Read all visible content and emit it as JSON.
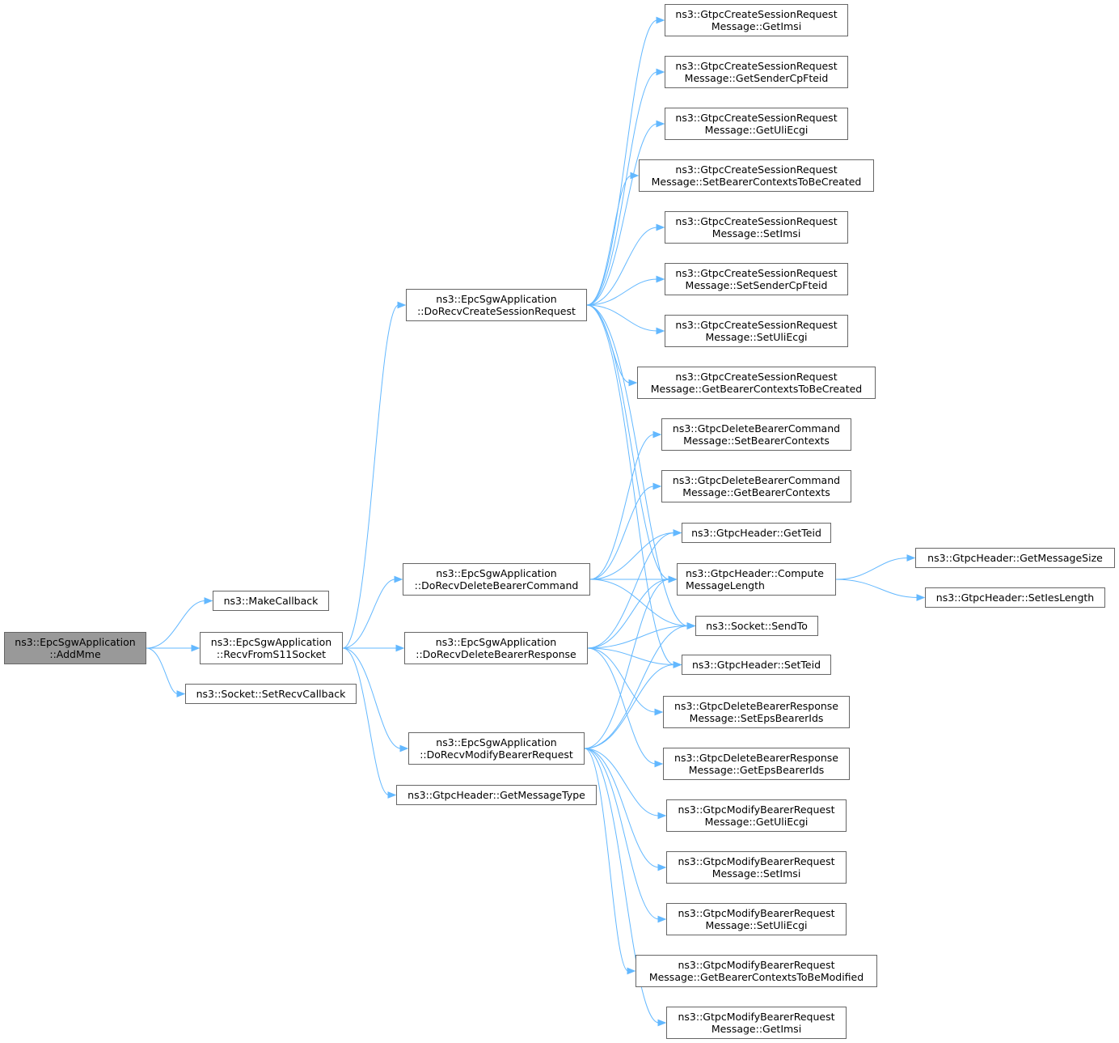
{
  "diagram": {
    "edge_color": "#63b8ff",
    "border_color": "#666666",
    "root_fill": "#999999",
    "nodes": [
      {
        "id": "addmme",
        "lines": [
          "ns3::EpcSgwApplication",
          "::AddMme"
        ],
        "root": true
      },
      {
        "id": "makecallback",
        "lines": [
          "ns3::MakeCallback"
        ]
      },
      {
        "id": "recvfroms11",
        "lines": [
          "ns3::EpcSgwApplication",
          "::RecvFromS11Socket"
        ]
      },
      {
        "id": "setrecvcallback",
        "lines": [
          "ns3::Socket::SetRecvCallback"
        ]
      },
      {
        "id": "docreatesession",
        "lines": [
          "ns3::EpcSgwApplication",
          "::DoRecvCreateSessionRequest"
        ]
      },
      {
        "id": "dodeletecommand",
        "lines": [
          "ns3::EpcSgwApplication",
          "::DoRecvDeleteBearerCommand"
        ]
      },
      {
        "id": "dodeleteresponse",
        "lines": [
          "ns3::EpcSgwApplication",
          "::DoRecvDeleteBearerResponse"
        ]
      },
      {
        "id": "domodifybearer",
        "lines": [
          "ns3::EpcSgwApplication",
          "::DoRecvModifyBearerRequest"
        ]
      },
      {
        "id": "getmessagetype",
        "lines": [
          "ns3::GtpcHeader::GetMessageType"
        ]
      },
      {
        "id": "csr_getimsi",
        "lines": [
          "ns3::GtpcCreateSessionRequest",
          "Message::GetImsi"
        ]
      },
      {
        "id": "csr_getsendercpfteid",
        "lines": [
          "ns3::GtpcCreateSessionRequest",
          "Message::GetSenderCpFteid"
        ]
      },
      {
        "id": "csr_getuliecgi",
        "lines": [
          "ns3::GtpcCreateSessionRequest",
          "Message::GetUliEcgi"
        ]
      },
      {
        "id": "csr_setbearers",
        "lines": [
          "ns3::GtpcCreateSessionRequest",
          "Message::SetBearerContextsToBeCreated"
        ]
      },
      {
        "id": "csr_setimsi",
        "lines": [
          "ns3::GtpcCreateSessionRequest",
          "Message::SetImsi"
        ]
      },
      {
        "id": "csr_setsendercpfteid",
        "lines": [
          "ns3::GtpcCreateSessionRequest",
          "Message::SetSenderCpFteid"
        ]
      },
      {
        "id": "csr_setuliecgi",
        "lines": [
          "ns3::GtpcCreateSessionRequest",
          "Message::SetUliEcgi"
        ]
      },
      {
        "id": "csr_getbearers",
        "lines": [
          "ns3::GtpcCreateSessionRequest",
          "Message::GetBearerContextsToBeCreated"
        ]
      },
      {
        "id": "dbc_setbearers",
        "lines": [
          "ns3::GtpcDeleteBearerCommand",
          "Message::SetBearerContexts"
        ]
      },
      {
        "id": "dbc_getbearers",
        "lines": [
          "ns3::GtpcDeleteBearerCommand",
          "Message::GetBearerContexts"
        ]
      },
      {
        "id": "getteid",
        "lines": [
          "ns3::GtpcHeader::GetTeid"
        ]
      },
      {
        "id": "computelength",
        "lines": [
          "ns3::GtpcHeader::Compute",
          "MessageLength"
        ],
        "left": true
      },
      {
        "id": "sendto",
        "lines": [
          "ns3::Socket::SendTo"
        ]
      },
      {
        "id": "setteid",
        "lines": [
          "ns3::GtpcHeader::SetTeid"
        ]
      },
      {
        "id": "dbr_setepsids",
        "lines": [
          "ns3::GtpcDeleteBearerResponse",
          "Message::SetEpsBearerIds"
        ]
      },
      {
        "id": "dbr_getepsids",
        "lines": [
          "ns3::GtpcDeleteBearerResponse",
          "Message::GetEpsBearerIds"
        ]
      },
      {
        "id": "getmessagesize",
        "lines": [
          "ns3::GtpcHeader::GetMessageSize"
        ]
      },
      {
        "id": "setieslength",
        "lines": [
          "ns3::GtpcHeader::SetIesLength"
        ]
      },
      {
        "id": "mbr_getuliecgi",
        "lines": [
          "ns3::GtpcModifyBearerRequest",
          "Message::GetUliEcgi"
        ]
      },
      {
        "id": "mbr_setimsi",
        "lines": [
          "ns3::GtpcModifyBearerRequest",
          "Message::SetImsi"
        ]
      },
      {
        "id": "mbr_setuliecgi",
        "lines": [
          "ns3::GtpcModifyBearerRequest",
          "Message::SetUliEcgi"
        ]
      },
      {
        "id": "mbr_getbearers",
        "lines": [
          "ns3::GtpcModifyBearerRequest",
          "Message::GetBearerContextsToBeModified"
        ]
      },
      {
        "id": "mbr_getimsi",
        "lines": [
          "ns3::GtpcModifyBearerRequest",
          "Message::GetImsi"
        ]
      }
    ],
    "edges": [
      [
        "addmme",
        "makecallback"
      ],
      [
        "addmme",
        "recvfroms11"
      ],
      [
        "addmme",
        "setrecvcallback"
      ],
      [
        "recvfroms11",
        "docreatesession"
      ],
      [
        "recvfroms11",
        "dodeletecommand"
      ],
      [
        "recvfroms11",
        "dodeleteresponse"
      ],
      [
        "recvfroms11",
        "domodifybearer"
      ],
      [
        "recvfroms11",
        "getmessagetype"
      ],
      [
        "docreatesession",
        "csr_getimsi"
      ],
      [
        "docreatesession",
        "csr_getsendercpfteid"
      ],
      [
        "docreatesession",
        "csr_getuliecgi"
      ],
      [
        "docreatesession",
        "csr_setbearers"
      ],
      [
        "docreatesession",
        "csr_setimsi"
      ],
      [
        "docreatesession",
        "csr_setsendercpfteid"
      ],
      [
        "docreatesession",
        "csr_setuliecgi"
      ],
      [
        "docreatesession",
        "csr_getbearers"
      ],
      [
        "docreatesession",
        "computelength"
      ],
      [
        "docreatesession",
        "sendto"
      ],
      [
        "docreatesession",
        "setteid"
      ],
      [
        "dodeletecommand",
        "dbc_setbearers"
      ],
      [
        "dodeletecommand",
        "dbc_getbearers"
      ],
      [
        "dodeletecommand",
        "getteid"
      ],
      [
        "dodeletecommand",
        "computelength"
      ],
      [
        "dodeletecommand",
        "sendto"
      ],
      [
        "dodeleteresponse",
        "getteid"
      ],
      [
        "dodeleteresponse",
        "computelength"
      ],
      [
        "dodeleteresponse",
        "sendto"
      ],
      [
        "dodeleteresponse",
        "setteid"
      ],
      [
        "dodeleteresponse",
        "dbr_setepsids"
      ],
      [
        "dodeleteresponse",
        "dbr_getepsids"
      ],
      [
        "domodifybearer",
        "computelength"
      ],
      [
        "domodifybearer",
        "sendto"
      ],
      [
        "domodifybearer",
        "setteid"
      ],
      [
        "domodifybearer",
        "mbr_getuliecgi"
      ],
      [
        "domodifybearer",
        "mbr_setimsi"
      ],
      [
        "domodifybearer",
        "mbr_setuliecgi"
      ],
      [
        "domodifybearer",
        "mbr_getbearers"
      ],
      [
        "domodifybearer",
        "mbr_getimsi"
      ],
      [
        "computelength",
        "getmessagesize"
      ],
      [
        "computelength",
        "setieslength"
      ]
    ]
  }
}
